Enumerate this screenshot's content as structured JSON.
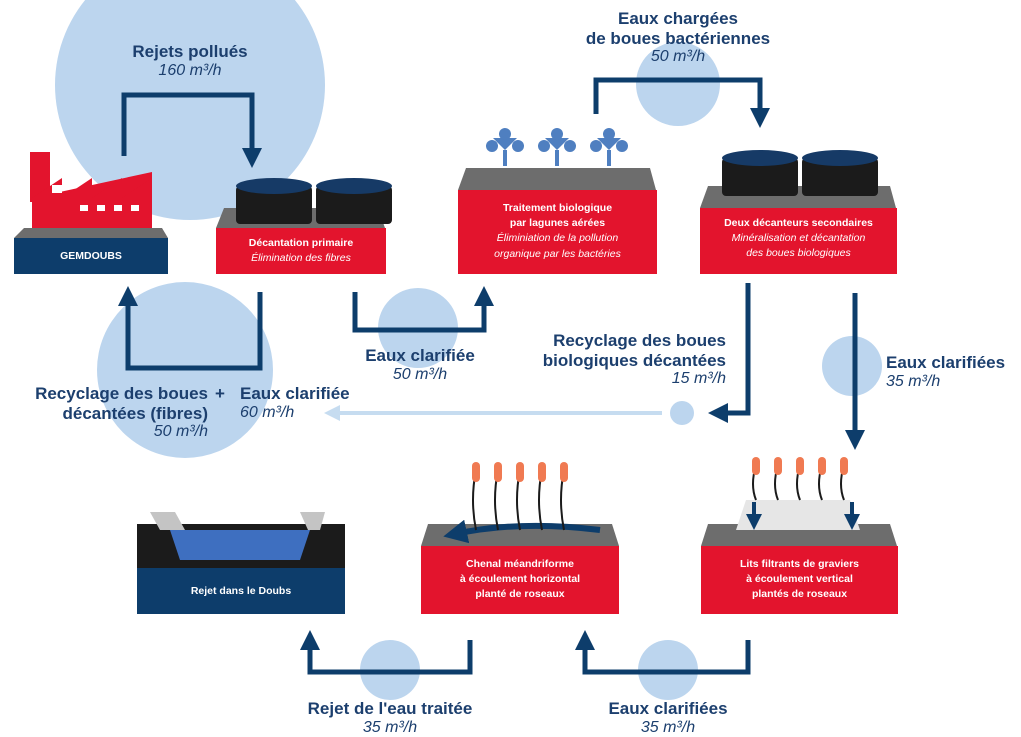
{
  "colors": {
    "navy": "#0d3d6b",
    "red": "#e3142d",
    "grey": "#6d6d6d",
    "bubble": "#bcd5ee",
    "light_arrow": "#c6dcf0"
  },
  "flows": {
    "rejets_pollues": {
      "title": "Rejets pollués",
      "flow": "160 m³/h"
    },
    "eaux_chargees": {
      "title_line1": "Eaux chargées",
      "title_line2": "de boues bactériennes",
      "flow": "50 m³/h"
    },
    "eaux_clarifiee_1": {
      "title": "Eaux clarifiée",
      "flow": "50 m³/h"
    },
    "recyclage_fibres": {
      "title_line1": "Recyclage des boues",
      "title_line2": "décantées (fibres)",
      "flow": "50 m³/h"
    },
    "plus": "+",
    "eaux_clarifiee_2": {
      "title": "Eaux clarifiée",
      "flow": "60 m³/h"
    },
    "recyclage_bio": {
      "title_line1": "Recyclage des boues",
      "title_line2": "biologiques décantées",
      "flow": "15 m³/h"
    },
    "eaux_clarifiees_3": {
      "title": "Eaux clarifiées",
      "flow": "35 m³/h"
    },
    "rejet_eau_traitee": {
      "title": "Rejet de l'eau traitée",
      "flow": "35 m³/h"
    },
    "eaux_clarifiees_4": {
      "title": "Eaux clarifiées",
      "flow": "35 m³/h"
    }
  },
  "units": {
    "gemdoubs": {
      "label": "GEMDOUBS"
    },
    "decantation_primaire": {
      "title": "Décantation primaire",
      "subtitle": "Élimination des fibres"
    },
    "traitement_bio": {
      "title_line1": "Traitement biologique",
      "title_line2": "par lagunes aérées",
      "sub_line1": "Éliminiation de la pollution",
      "sub_line2": "organique par les bactéries"
    },
    "decanteurs_secondaires": {
      "title": "Deux décanteurs secondaires",
      "sub_line1": "Minéralisation et décantation",
      "sub_line2": "des boues biologiques"
    },
    "rejet_doubs": {
      "title": "Rejet dans le Doubs"
    },
    "chenal": {
      "line1": "Chenal méandriforme",
      "line2": "à écoulement horizontal",
      "line3": "planté de roseaux"
    },
    "lits_filtrants": {
      "line1": "Lits filtrants de graviers",
      "line2": "à écoulement vertical",
      "line3": "plantés de roseaux"
    }
  }
}
